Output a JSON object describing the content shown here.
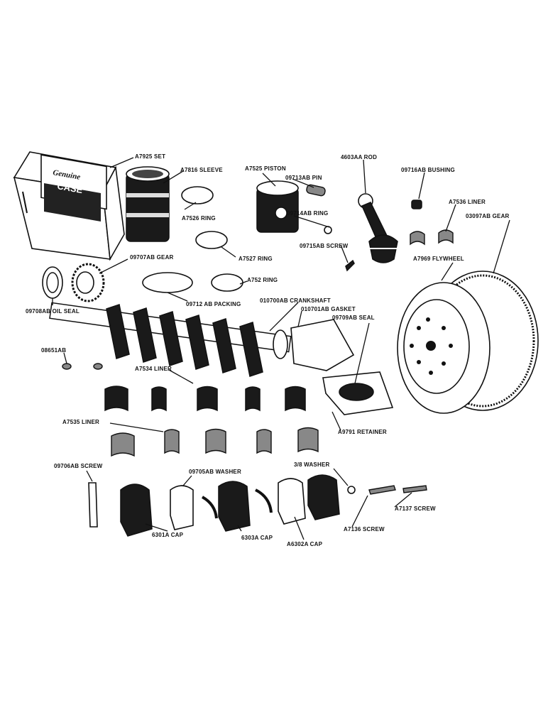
{
  "labels": {
    "a7925_set": "A7925 SET",
    "a7816_sleeve": "A7816 SLEEVE",
    "a7525_piston": "A7525 PISTON",
    "pin_09713ab": "09713AB PIN",
    "ring_09714ab": "09714AB RING",
    "screw_09715ab": "09715AB SCREW",
    "rod_4603aa": "4603AA ROD",
    "bushing_09716ab": "09716AB BUSHING",
    "liner_a7536": "A7536 LINER",
    "gear_03097ab": "03097AB GEAR",
    "flywheel_a7969": "A7969 FLYWHEEL",
    "ring_a7526": "A7526 RING",
    "ring_a7527": "A7527 RING",
    "ring_a752x": "A752 RING",
    "gear_09707ab": "09707AB GEAR",
    "oil_seal_09708ab": "09708AB OIL SEAL",
    "packing_09712ab": "09712 AB PACKING",
    "crankshaft_010700ab": "010700AB CRANKSHAFT",
    "gasket_010701ab": "010701AB GASKET",
    "seal_09709ab": "09709AB SEAL",
    "key_08651ab": "08651AB",
    "liner_a7534": "A7534 LINER",
    "liner_a7535": "A7535 LINER",
    "retainer_a9791": "A9791 RETAINER",
    "screw_09706ab": "09706AB SCREW",
    "washer_09705ab": "09705AB WASHER",
    "washer_3_8": "3/8 WASHER",
    "screw_a7137": "A7137 SCREW",
    "screw_a7136": "A7136 SCREW",
    "cap_6301a": "6301A CAP",
    "cap_6303a": "6303A CAP",
    "cap_a6302a": "A6302A CAP"
  },
  "box_text": {
    "line1": "Genuine",
    "line2": "CASE"
  },
  "colors": {
    "ink": "#111111",
    "paper": "#ffffff"
  }
}
